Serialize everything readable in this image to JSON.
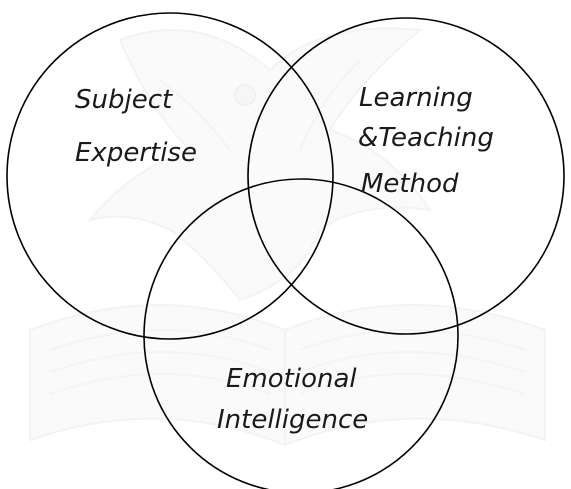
{
  "colors": {
    "background": "#ffffff",
    "stroke": "#000000",
    "text": "#1a1a1a",
    "watermark": "#eeeeee"
  },
  "watermark": {
    "icon": "eagle-book-emblem",
    "opacity": 0.35
  },
  "circles": [
    {
      "name": "subject-expertise",
      "lines": [
        "Subject",
        "Expertise"
      ]
    },
    {
      "name": "learning-teaching-method",
      "lines": [
        "Learning",
        "&Teaching",
        "Method"
      ]
    },
    {
      "name": "emotional-intelligence",
      "lines": [
        "Emotional",
        "Intelligence"
      ]
    }
  ]
}
